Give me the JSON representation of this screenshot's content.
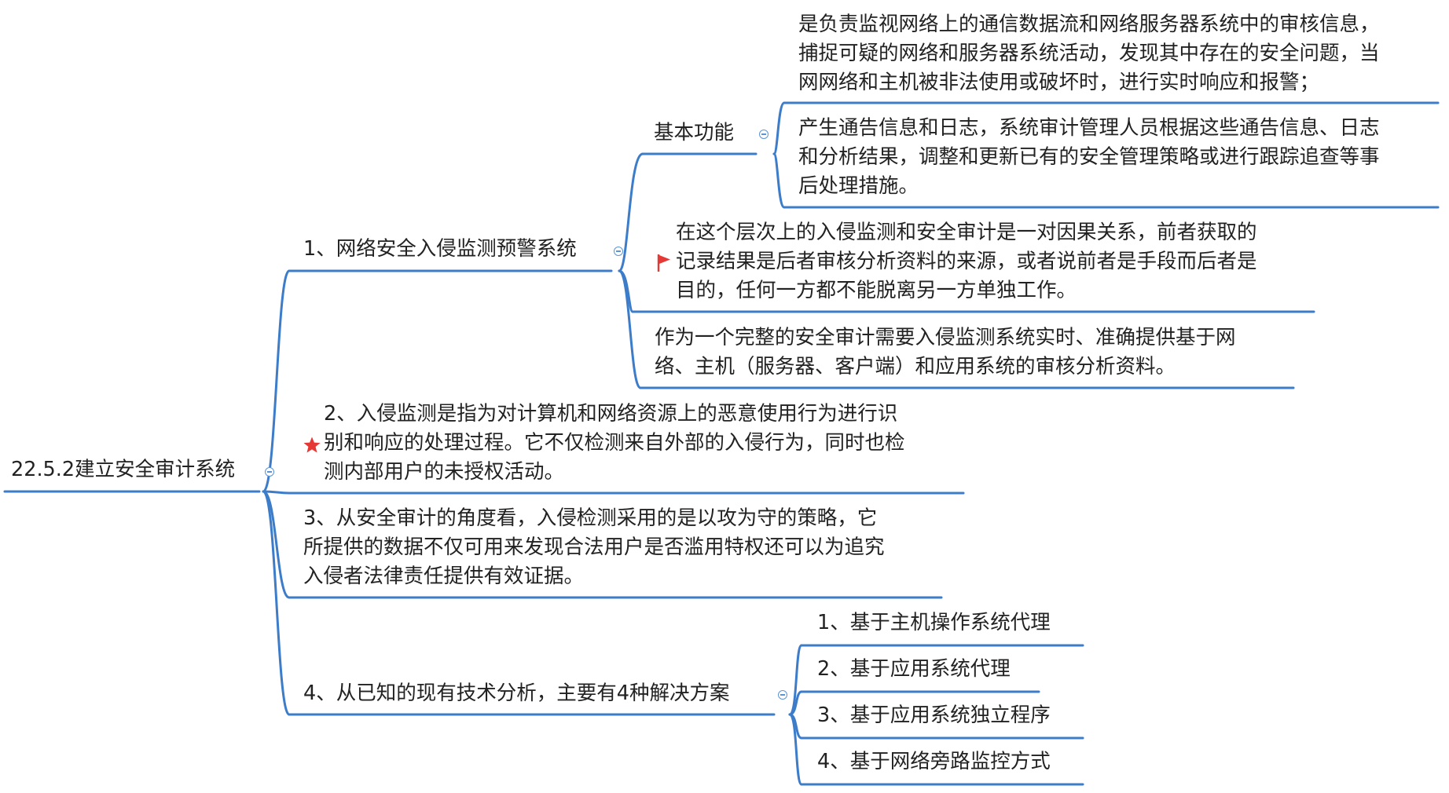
{
  "title": "22.5.2建立安全审计系统",
  "nodes": {
    "n1": "1、网络安全入侵监测预警系统",
    "n1_basic": "基本功能",
    "n1_basic_a": [
      "是负责监视网络上的通信数据流和网络服务器系统中的审核信息，",
      "捕捉可疑的网络和服务器系统活动，发现其中存在的安全问题，当",
      "网网络和主机被非法使用或破坏时，进行实时响应和报警；"
    ],
    "n1_basic_b": [
      "产生通告信息和日志，系统审计管理人员根据这些通告信息、日志",
      "和分析结果，调整和更新已有的安全管理策略或进行跟踪追查等事",
      "后处理措施。"
    ],
    "n1_relation": [
      "在这个层次上的入侵监测和安全审计是一对因果关系，前者获取的",
      "记录结果是后者审核分析资料的来源，或者说前者是手段而后者是",
      "目的，任何一方都不能脱离另一方单独工作。"
    ],
    "n1_complete": [
      "作为一个完整的安全审计需要入侵监测系统实时、准确提供基于网",
      "络、主机（服务器、客户端）和应用系统的审核分析资料。"
    ],
    "n2": [
      "2、入侵监测是指为对计算机和网络资源上的恶意使用行为进行识",
      "别和响应的处理过程。它不仅检测来自外部的入侵行为，同时也检",
      "测内部用户的未授权活动。"
    ],
    "n3": [
      "3、从安全审计的角度看，入侵检测采用的是以攻为守的策略，它",
      "所提供的数据不仅可用来发现合法用户是否滥用特权还可以为追究",
      "入侵者法律责任提供有效证据。"
    ],
    "n4": "4、从已知的现有技术分析，主要有4种解决方案",
    "n4_items": [
      "1、基于主机操作系统代理",
      "2、基于应用系统代理",
      "3、基于应用系统独立程序",
      "4、基于网络旁路监控方式"
    ]
  },
  "colors": {
    "line": "#3d7cc9",
    "text": "#222222",
    "toggle": "#5b95d6",
    "flag": "#e53935",
    "star": "#e53935"
  },
  "icons": {
    "flag": "red-flag-icon",
    "star": "red-star-icon",
    "toggle": "collapse-toggle-icon"
  }
}
